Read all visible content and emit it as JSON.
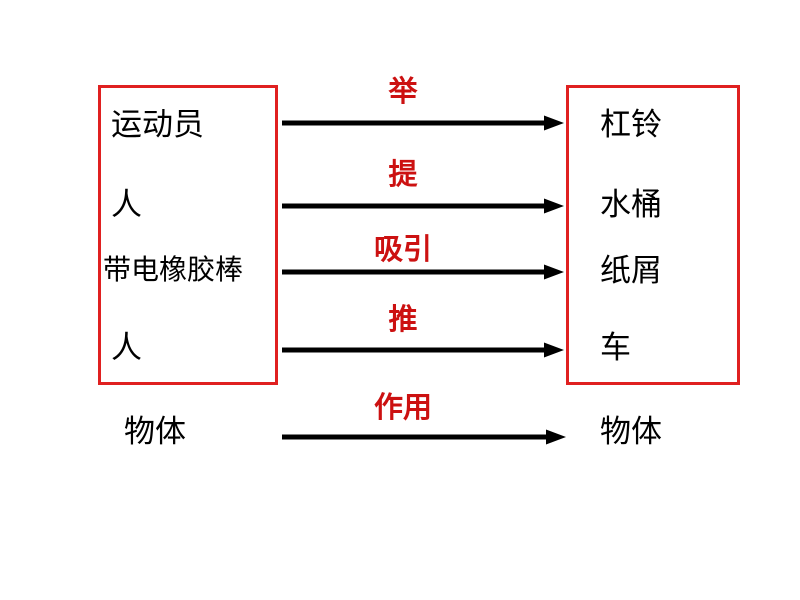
{
  "diagram": {
    "title": "force-relationship-diagram",
    "colors": {
      "box_border": "#e02020",
      "relation_label": "#cc1111",
      "arrow": "#000000",
      "item_text": "#000000",
      "background": "#ffffff"
    },
    "left_group": {
      "items": [
        {
          "label": "运动员"
        },
        {
          "label": "人"
        },
        {
          "label": "带电橡胶棒"
        },
        {
          "label": "人"
        }
      ]
    },
    "right_group": {
      "items": [
        {
          "label": "杠铃"
        },
        {
          "label": "水桶"
        },
        {
          "label": "纸屑"
        },
        {
          "label": "车"
        }
      ]
    },
    "relations": [
      {
        "label": "举",
        "from": "运动员",
        "to": "杠铃"
      },
      {
        "label": "提",
        "from": "人",
        "to": "水桶"
      },
      {
        "label": "吸引",
        "from": "带电橡胶棒",
        "to": "纸屑"
      },
      {
        "label": "推",
        "from": "人",
        "to": "车"
      }
    ],
    "summary_row": {
      "left": "物体",
      "relation": "作用",
      "right": "物体"
    }
  }
}
